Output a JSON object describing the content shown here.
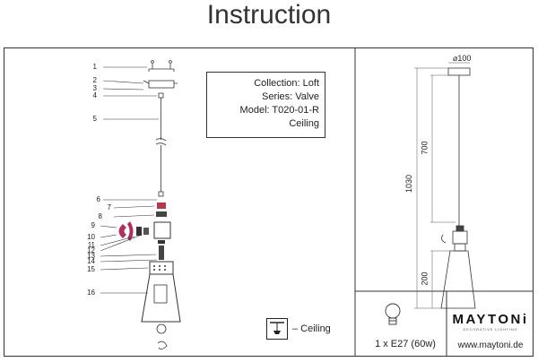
{
  "header": {
    "title": "Instruction"
  },
  "info_box": {
    "collection": "Collection: Loft",
    "series": "Series: Valve",
    "model": "Model: T020-01-R",
    "mount": "Ceiling"
  },
  "ceiling_legend": {
    "label": "– Ceiling"
  },
  "bulb": {
    "spec": "1 x E27 (60w)",
    "icon": "light-bulb-icon"
  },
  "brand": {
    "name": "MAYTONi",
    "tagline": "DECORATIVE LIGHTING",
    "website": "www.maytoni.de"
  },
  "dimensions": {
    "canopy": "⌀100",
    "cable": "700",
    "total": "1030",
    "shade": "200"
  },
  "callouts": [
    "1",
    "2",
    "3",
    "4",
    "5",
    "6",
    "7",
    "8",
    "9",
    "10",
    "11",
    "12",
    "13",
    "14",
    "15",
    "16"
  ]
}
